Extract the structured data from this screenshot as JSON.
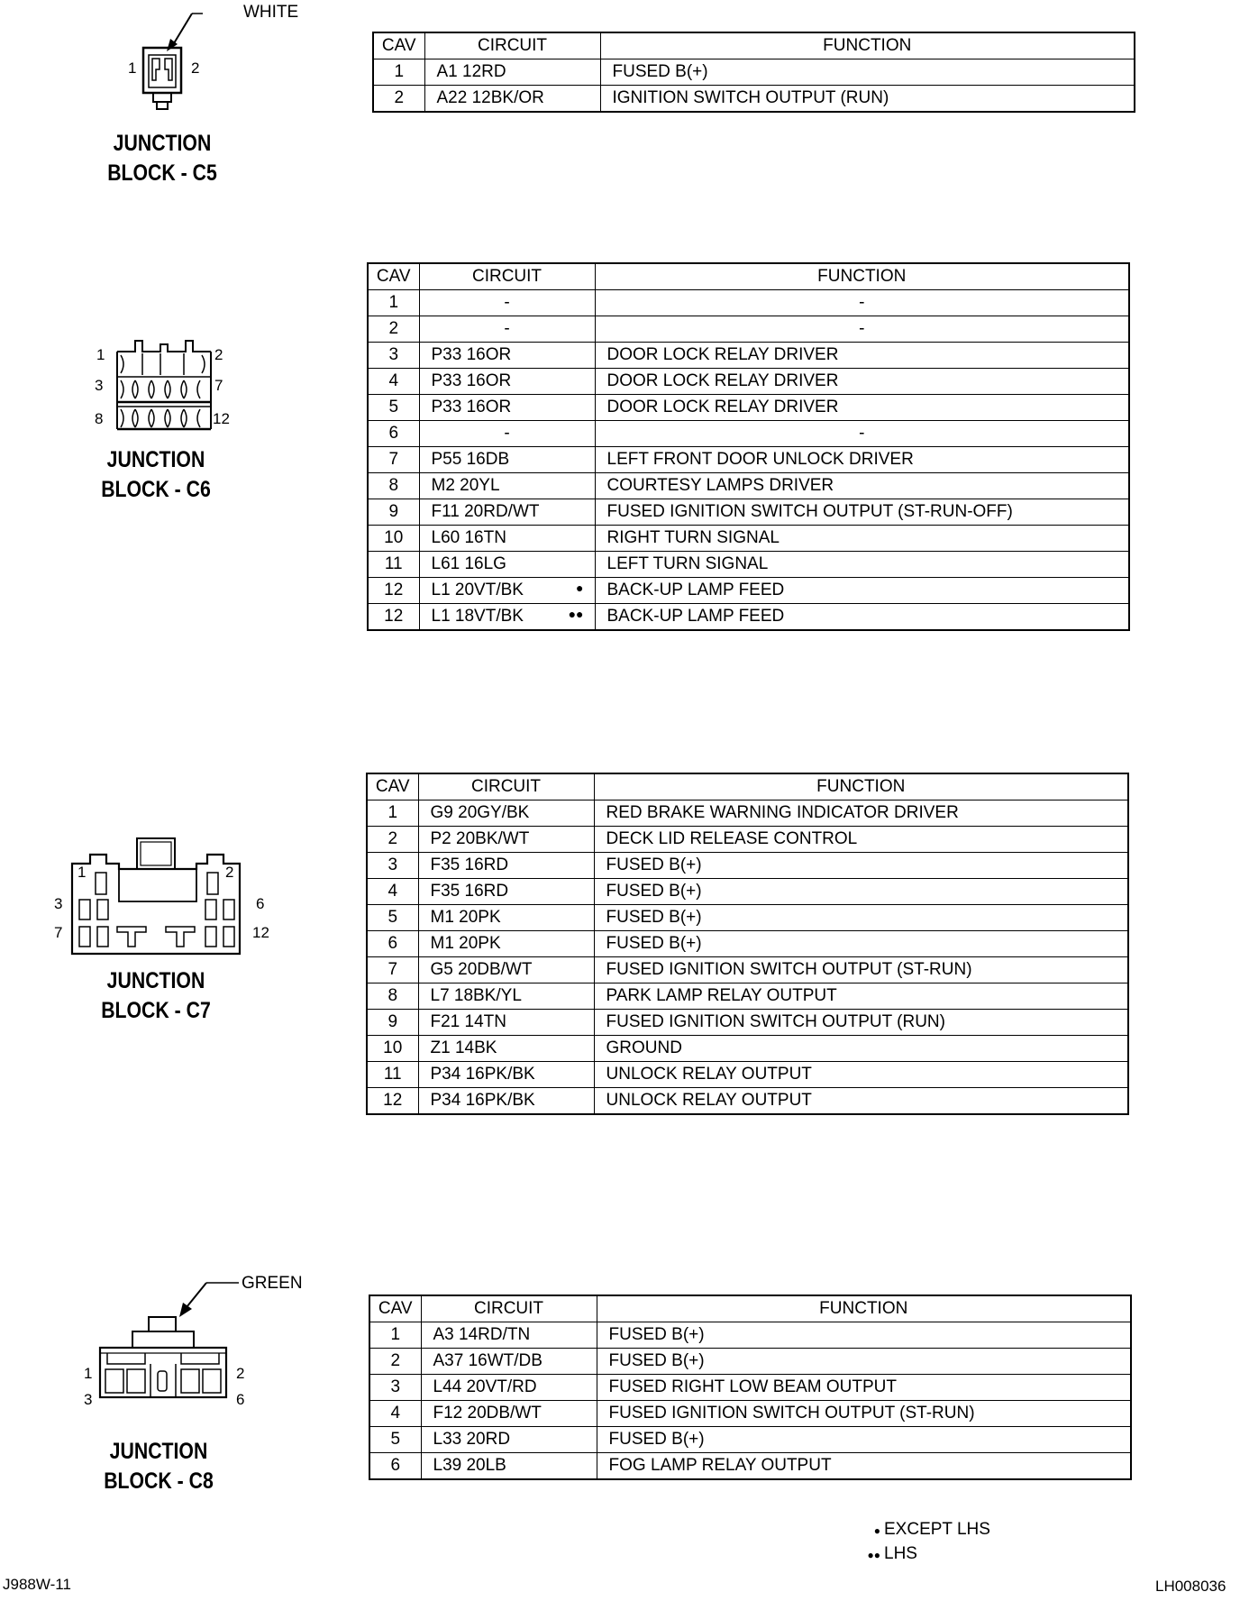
{
  "headers": {
    "cav": "CAV",
    "circuit": "CIRCUIT",
    "function": "FUNCTION"
  },
  "connectors": [
    {
      "label_line1": "JUNCTION",
      "label_line2": "BLOCK - C5",
      "color": "WHITE",
      "pins": {
        "1": "1",
        "2": "2"
      },
      "rows": [
        {
          "cav": "1",
          "circuit": "A1 12RD",
          "function": "FUSED B(+)",
          "mark": ""
        },
        {
          "cav": "2",
          "circuit": "A22 12BK/OR",
          "function": "IGNITION SWITCH OUTPUT (RUN)",
          "mark": ""
        }
      ]
    },
    {
      "label_line1": "JUNCTION",
      "label_line2": "BLOCK - C6",
      "color": "",
      "pins": {
        "1": "1",
        "2": "2",
        "3": "3",
        "7": "7",
        "8": "8",
        "12": "12"
      },
      "rows": [
        {
          "cav": "1",
          "circuit": "-",
          "function": "-",
          "mark": ""
        },
        {
          "cav": "2",
          "circuit": "-",
          "function": "-",
          "mark": ""
        },
        {
          "cav": "3",
          "circuit": "P33 16OR",
          "function": "DOOR LOCK RELAY DRIVER",
          "mark": ""
        },
        {
          "cav": "4",
          "circuit": "P33 16OR",
          "function": "DOOR LOCK RELAY DRIVER",
          "mark": ""
        },
        {
          "cav": "5",
          "circuit": "P33 16OR",
          "function": "DOOR LOCK RELAY DRIVER",
          "mark": ""
        },
        {
          "cav": "6",
          "circuit": "-",
          "function": "-",
          "mark": ""
        },
        {
          "cav": "7",
          "circuit": "P55 16DB",
          "function": "LEFT FRONT DOOR UNLOCK DRIVER",
          "mark": ""
        },
        {
          "cav": "8",
          "circuit": "M2 20YL",
          "function": "COURTESY LAMPS DRIVER",
          "mark": ""
        },
        {
          "cav": "9",
          "circuit": "F11 20RD/WT",
          "function": "FUSED IGNITION SWITCH OUTPUT (ST-RUN-OFF)",
          "mark": ""
        },
        {
          "cav": "10",
          "circuit": "L60 16TN",
          "function": "RIGHT TURN SIGNAL",
          "mark": ""
        },
        {
          "cav": "11",
          "circuit": "L61 16LG",
          "function": "LEFT TURN SIGNAL",
          "mark": ""
        },
        {
          "cav": "12",
          "circuit": "L1 20VT/BK",
          "function": "BACK-UP LAMP FEED",
          "mark": "●"
        },
        {
          "cav": "12",
          "circuit": "L1 18VT/BK",
          "function": "BACK-UP LAMP FEED",
          "mark": "●●"
        }
      ]
    },
    {
      "label_line1": "JUNCTION",
      "label_line2": "BLOCK - C7",
      "color": "",
      "pins": {
        "1": "1",
        "2": "2",
        "3": "3",
        "6": "6",
        "7": "7",
        "12": "12"
      },
      "rows": [
        {
          "cav": "1",
          "circuit": "G9 20GY/BK",
          "function": "RED BRAKE WARNING INDICATOR DRIVER",
          "mark": ""
        },
        {
          "cav": "2",
          "circuit": "P2 20BK/WT",
          "function": "DECK LID RELEASE CONTROL",
          "mark": ""
        },
        {
          "cav": "3",
          "circuit": "F35 16RD",
          "function": "FUSED B(+)",
          "mark": ""
        },
        {
          "cav": "4",
          "circuit": "F35 16RD",
          "function": "FUSED B(+)",
          "mark": ""
        },
        {
          "cav": "5",
          "circuit": "M1 20PK",
          "function": "FUSED B(+)",
          "mark": ""
        },
        {
          "cav": "6",
          "circuit": "M1 20PK",
          "function": "FUSED B(+)",
          "mark": ""
        },
        {
          "cav": "7",
          "circuit": "G5 20DB/WT",
          "function": "FUSED IGNITION SWITCH OUTPUT (ST-RUN)",
          "mark": ""
        },
        {
          "cav": "8",
          "circuit": "L7 18BK/YL",
          "function": "PARK LAMP RELAY OUTPUT",
          "mark": ""
        },
        {
          "cav": "9",
          "circuit": "F21 14TN",
          "function": "FUSED IGNITION SWITCH OUTPUT (RUN)",
          "mark": ""
        },
        {
          "cav": "10",
          "circuit": "Z1 14BK",
          "function": "GROUND",
          "mark": ""
        },
        {
          "cav": "11",
          "circuit": "P34 16PK/BK",
          "function": "UNLOCK RELAY OUTPUT",
          "mark": ""
        },
        {
          "cav": "12",
          "circuit": "P34 16PK/BK",
          "function": "UNLOCK RELAY OUTPUT",
          "mark": ""
        }
      ]
    },
    {
      "label_line1": "JUNCTION",
      "label_line2": "BLOCK - C8",
      "color": "GREEN",
      "pins": {
        "1": "1",
        "2": "2",
        "3": "3",
        "6": "6"
      },
      "rows": [
        {
          "cav": "1",
          "circuit": "A3 14RD/TN",
          "function": "FUSED B(+)",
          "mark": ""
        },
        {
          "cav": "2",
          "circuit": "A37 16WT/DB",
          "function": "FUSED B(+)",
          "mark": ""
        },
        {
          "cav": "3",
          "circuit": "L44 20VT/RD",
          "function": "FUSED RIGHT LOW BEAM OUTPUT",
          "mark": ""
        },
        {
          "cav": "4",
          "circuit": "F12 20DB/WT",
          "function": "FUSED IGNITION SWITCH OUTPUT (ST-RUN)",
          "mark": ""
        },
        {
          "cav": "5",
          "circuit": "L33 20RD",
          "function": "FUSED B(+)",
          "mark": ""
        },
        {
          "cav": "6",
          "circuit": "L39 20LB",
          "function": "FOG LAMP RELAY OUTPUT",
          "mark": ""
        }
      ]
    }
  ],
  "legend": [
    {
      "symbol": "●",
      "text": "EXCEPT LHS"
    },
    {
      "symbol": "●●",
      "text": "LHS"
    }
  ],
  "footer": {
    "left_code": "J988W-11",
    "right_code": "LH008036"
  }
}
